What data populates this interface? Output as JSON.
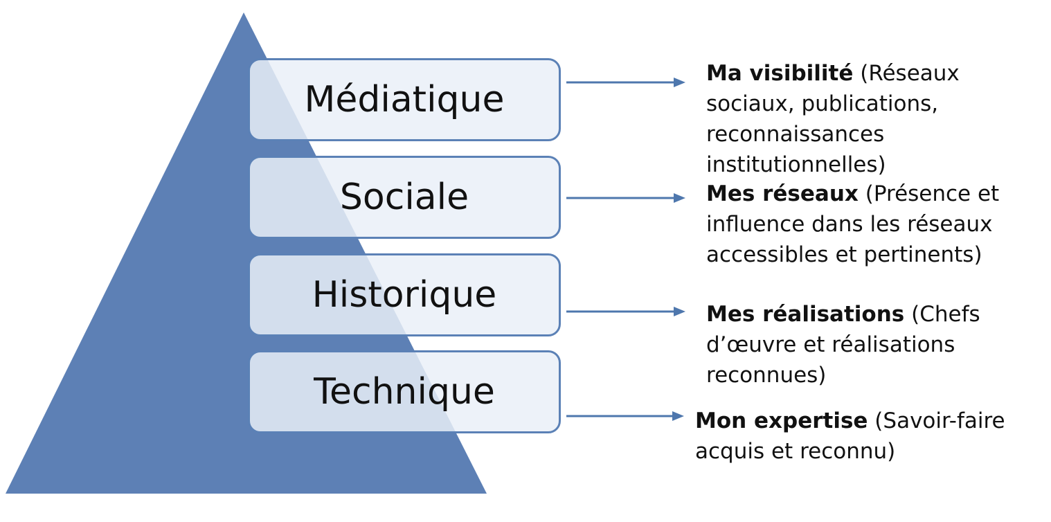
{
  "colors": {
    "pyramid_fill": "#5d80b5",
    "box_border": "#5b81b6",
    "box_fill": "#eaf0f8",
    "arrow": "#4e77ad",
    "text": "#111111"
  },
  "levels": [
    {
      "label": "Médiatique",
      "title": "Ma visibilité",
      "detail": " (Réseaux sociaux, publications, reconnaissances institutionnelles)"
    },
    {
      "label": "Sociale",
      "title": "Mes réseaux",
      "detail": " (Présence et influence dans les réseaux accessibles et pertinents)"
    },
    {
      "label": "Historique",
      "title": "Mes réalisations",
      "detail": " (Chefs d’œuvre et réalisations reconnues)"
    },
    {
      "label": "Technique",
      "title": "Mon expertise",
      "detail": " (Savoir-faire acquis et reconnu)"
    }
  ]
}
